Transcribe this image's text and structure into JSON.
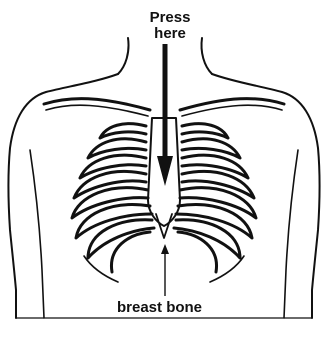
{
  "labels": {
    "press_line1": "Press",
    "press_line2": "here",
    "breast_bone": "breast bone"
  },
  "colors": {
    "ink": "#111111",
    "background": "#ffffff"
  },
  "icons": {
    "down_arrow": "arrow-down-icon",
    "up_arrow": "arrow-up-icon"
  }
}
